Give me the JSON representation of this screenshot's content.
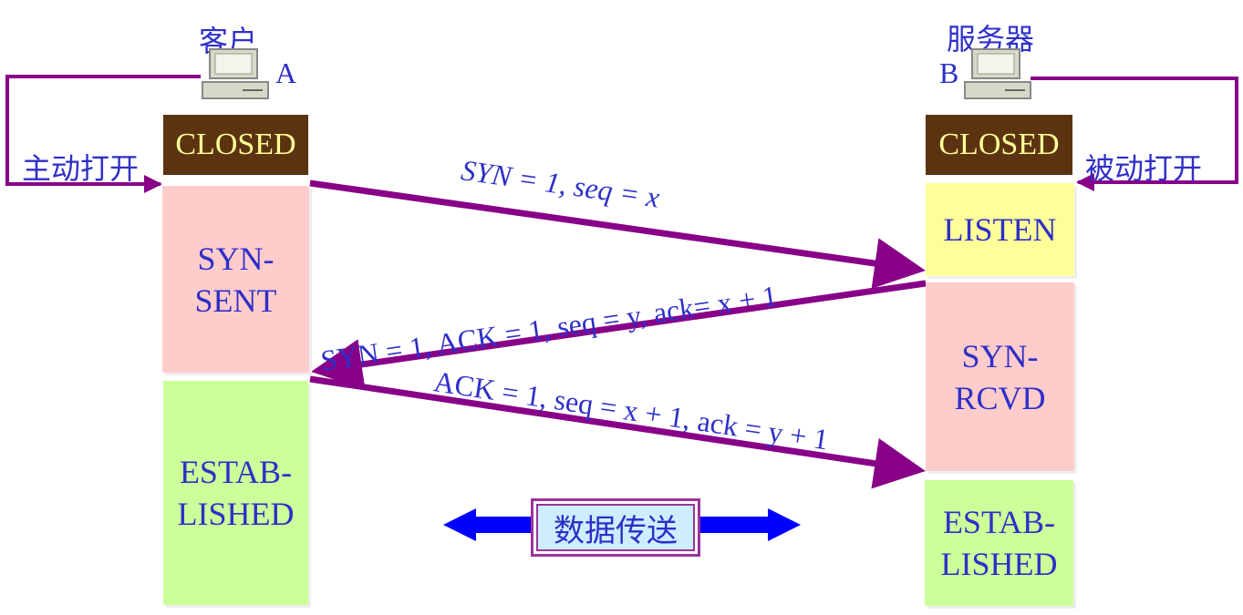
{
  "client": {
    "title": "客户",
    "letter": "A",
    "action": "主动打开"
  },
  "server": {
    "title": "服务器",
    "letter": "B",
    "action": "被动打开"
  },
  "client_states": [
    "CLOSED",
    "SYN-\nSENT",
    "ESTAB-\nLISHED"
  ],
  "server_states": [
    "CLOSED",
    "LISTEN",
    "SYN-\nRCVD",
    "ESTAB-\nLISHED"
  ],
  "messages": {
    "syn": "SYN = 1, seq = x",
    "synack": "SYN = 1, ACK = 1, seq = y, ack= x + 1",
    "ack": "ACK = 1, seq = x + 1, ack = y + 1"
  },
  "data_transfer": "数据传送",
  "colors": {
    "arrow": "#880088",
    "closed": "#5c3310",
    "blue_arrow": "#0000ff"
  }
}
